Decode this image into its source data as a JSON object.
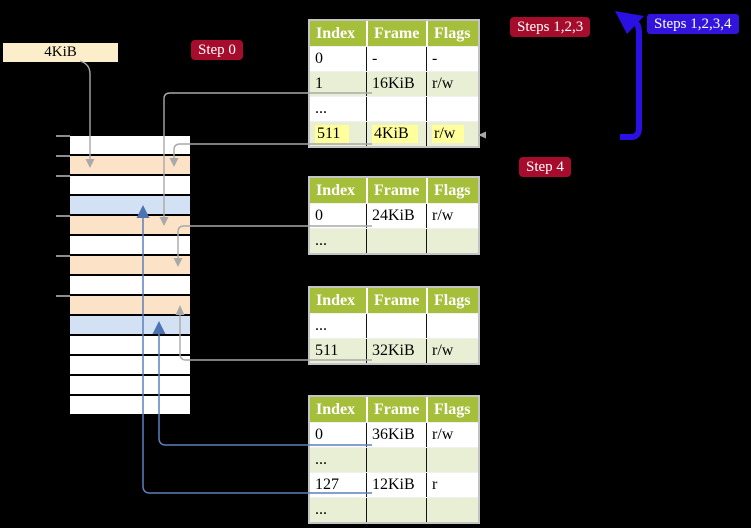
{
  "frame_label": "4KiB",
  "badges": {
    "step0": "Step 0",
    "steps123": "Steps 1,2,3",
    "steps1234": "Steps 1,2,3,4",
    "step4": "Step 4"
  },
  "memory_column": {
    "ticks": [
      135,
      155,
      175,
      215,
      255,
      295
    ],
    "rows": [
      {
        "color": "#ffffff"
      },
      {
        "color": "#fce3c8"
      },
      {
        "color": "#ffffff"
      },
      {
        "color": "#d2e1f4"
      },
      {
        "color": "#fce3c8"
      },
      {
        "color": "#ffffff"
      },
      {
        "color": "#fce3c8"
      },
      {
        "color": "#ffffff"
      },
      {
        "color": "#fce3c8"
      },
      {
        "color": "#d2e1f4"
      },
      {
        "color": "#ffffff"
      },
      {
        "color": "#ffffff"
      },
      {
        "color": "#ffffff"
      },
      {
        "color": "#ffffff"
      }
    ]
  },
  "tables": [
    {
      "headers": [
        "Index",
        "Frame",
        "Flags"
      ],
      "rows": [
        {
          "cells": [
            "0",
            "-",
            "-"
          ],
          "shaded": false,
          "highlight": false
        },
        {
          "cells": [
            "1",
            "16KiB",
            "r/w"
          ],
          "shaded": true,
          "highlight": false
        },
        {
          "cells": [
            "...",
            "",
            ""
          ],
          "shaded": false,
          "highlight": false
        },
        {
          "cells": [
            "511",
            "4KiB",
            "r/w"
          ],
          "shaded": true,
          "highlight": true
        }
      ]
    },
    {
      "headers": [
        "Index",
        "Frame",
        "Flags"
      ],
      "rows": [
        {
          "cells": [
            "0",
            "24KiB",
            "r/w"
          ],
          "shaded": false,
          "highlight": false
        },
        {
          "cells": [
            "...",
            "",
            ""
          ],
          "shaded": true,
          "highlight": false
        }
      ]
    },
    {
      "headers": [
        "Index",
        "Frame",
        "Flags"
      ],
      "rows": [
        {
          "cells": [
            "...",
            "",
            ""
          ],
          "shaded": false,
          "highlight": false
        },
        {
          "cells": [
            "511",
            "32KiB",
            "r/w"
          ],
          "shaded": true,
          "highlight": false
        }
      ]
    },
    {
      "headers": [
        "Index",
        "Frame",
        "Flags"
      ],
      "rows": [
        {
          "cells": [
            "0",
            "36KiB",
            "r/w"
          ],
          "shaded": false,
          "highlight": false
        },
        {
          "cells": [
            "...",
            "",
            ""
          ],
          "shaded": true,
          "highlight": false
        },
        {
          "cells": [
            "127",
            "12KiB",
            "r"
          ],
          "shaded": false,
          "highlight": false
        },
        {
          "cells": [
            "...",
            "",
            ""
          ],
          "shaded": true,
          "highlight": false
        }
      ]
    }
  ],
  "colors": {
    "table_header_bg": "#a5bf3b",
    "table_row_shaded": "#e9efd4",
    "highlight_yellow": "#ffff9b",
    "frame_peach": "#fce3c8",
    "frame_blue": "#d2e1f4",
    "frame_label_bg": "#fceecb",
    "badge_red": "#a60d2d",
    "badge_blue": "#3214dd",
    "connector_gray": "#a9a9a9",
    "connector_blue": "#5d80ba",
    "big_arrow_blue": "#2b10e3"
  }
}
